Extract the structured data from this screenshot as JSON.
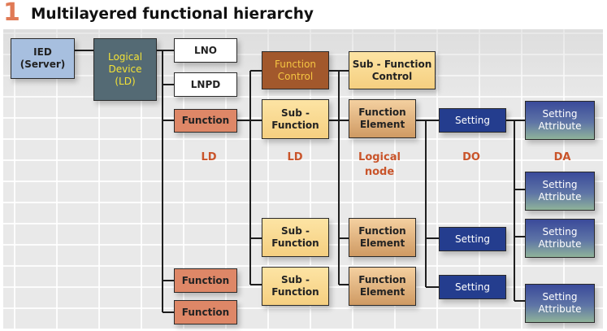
{
  "figure": {
    "number": "1",
    "title": "Multilayered functional hierarchy"
  },
  "nodes": {
    "ied": "IED\n(Server)",
    "logical_device": "Logical\nDevice\n(LD)",
    "lno": "LNO",
    "lnpd": "LNPD",
    "function_1": "Function",
    "function_2": "Function",
    "function_3": "Function",
    "function_control": "Function\nControl",
    "sub_function_1": "Sub -\nFunction",
    "sub_function_2": "Sub -\nFunction",
    "sub_function_3": "Sub -\nFunction",
    "sub_function_control": "Sub - Function\nControl",
    "function_element_1": "Function\nElement",
    "function_element_2": "Function\nElement",
    "function_element_3": "Function\nElement",
    "setting_1": "Setting",
    "setting_2": "Setting",
    "setting_3": "Setting",
    "setting_attribute_1": "Setting\nAttribute",
    "setting_attribute_2": "Setting\nAttribute",
    "setting_attribute_3": "Setting\nAttribute",
    "setting_attribute_4": "Setting\nAttribute"
  },
  "column_labels": {
    "function_col": "LD",
    "subfunction_col": "LD",
    "element_col": "Logical\nnode",
    "setting_col": "DO",
    "attribute_col": "DA"
  },
  "colors": {
    "accent_number": "#e07a56",
    "label_orange": "#c9542a",
    "ied": "#a7bfdf",
    "logical_device": "#546a74",
    "function": "#de8767",
    "function_control": "#a2582c",
    "sub_function": "#f8d68e",
    "function_element": "#e0b17c",
    "setting": "#243d8e"
  }
}
